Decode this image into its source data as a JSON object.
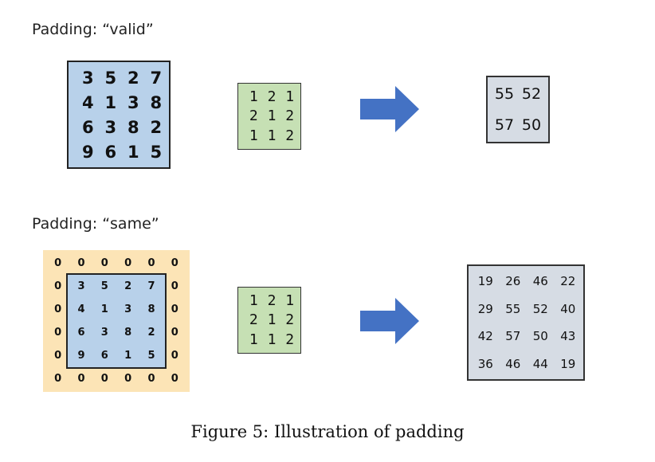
{
  "valid": {
    "title": "Padding: “valid”",
    "input": [
      [
        3,
        5,
        2,
        7
      ],
      [
        4,
        1,
        3,
        8
      ],
      [
        6,
        3,
        8,
        2
      ],
      [
        9,
        6,
        1,
        5
      ]
    ],
    "kernel": [
      [
        1,
        2,
        1
      ],
      [
        2,
        1,
        2
      ],
      [
        1,
        1,
        2
      ]
    ],
    "output": [
      [
        55,
        52
      ],
      [
        57,
        50
      ]
    ]
  },
  "same": {
    "title": "Padding: “same”",
    "padded_input": [
      [
        0,
        0,
        0,
        0,
        0,
        0
      ],
      [
        0,
        3,
        5,
        2,
        7,
        0
      ],
      [
        0,
        4,
        1,
        3,
        8,
        0
      ],
      [
        0,
        6,
        3,
        8,
        2,
        0
      ],
      [
        0,
        9,
        6,
        1,
        5,
        0
      ],
      [
        0,
        0,
        0,
        0,
        0,
        0
      ]
    ],
    "kernel": [
      [
        1,
        2,
        1
      ],
      [
        2,
        1,
        2
      ],
      [
        1,
        1,
        2
      ]
    ],
    "output": [
      [
        19,
        26,
        46,
        22
      ],
      [
        29,
        55,
        52,
        40
      ],
      [
        42,
        57,
        50,
        43
      ],
      [
        36,
        46,
        44,
        19
      ]
    ]
  },
  "colors": {
    "input_fill": "#b8d1ea",
    "padding_fill": "#fce4b6",
    "kernel_fill": "#c6e0b4",
    "output_fill": "#d6dce4",
    "arrow_fill": "#4472c4"
  },
  "caption": "Figure 5: Illustration of padding"
}
